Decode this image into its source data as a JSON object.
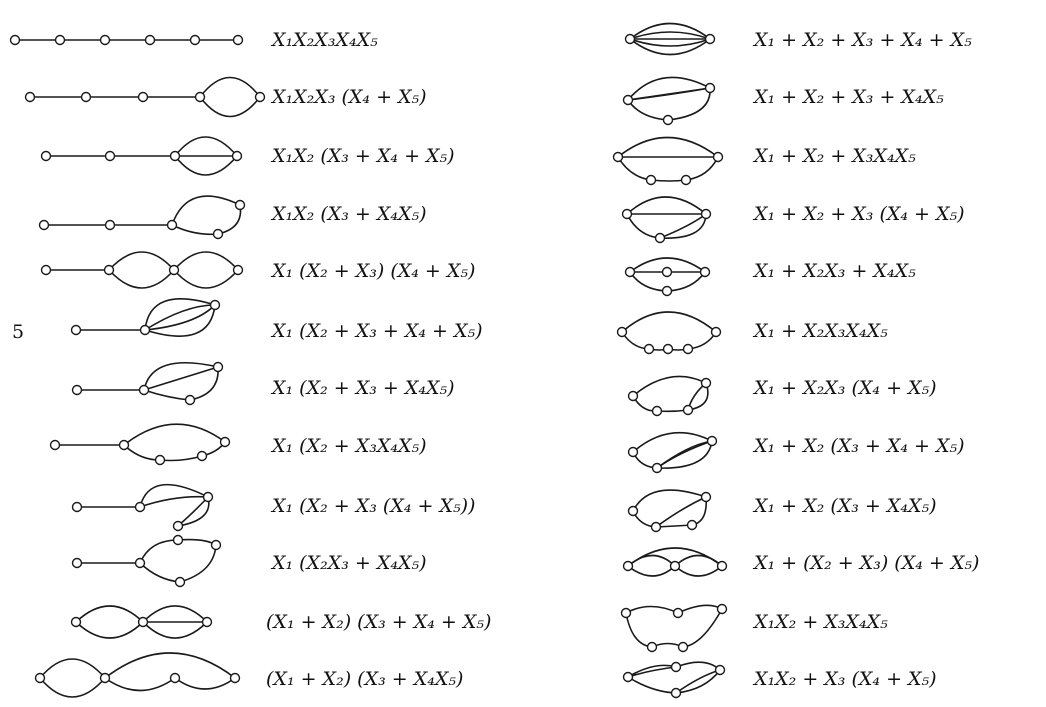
{
  "margin_number": "5",
  "left_column": [
    "X₁X₂X₃X₄X₅",
    "X₁X₂X₃ (X₄ + X₅)",
    "X₁X₂ (X₃ + X₄ + X₅)",
    "X₁X₂ (X₃ + X₄X₅)",
    "X₁ (X₂ + X₃) (X₄ + X₅)",
    "X₁ (X₂ + X₃ + X₄ + X₅)",
    "X₁ (X₂ + X₃ + X₄X₅)",
    "X₁ (X₂ + X₃X₄X₅)",
    "X₁ (X₂ + X₃ (X₄ + X₅))",
    "X₁ (X₂X₃ + X₄X₅)",
    "(X₁ + X₂) (X₃ + X₄ + X₅)",
    "(X₁ + X₂) (X₃ + X₄X₅)"
  ],
  "right_column": [
    "X₁ + X₂ + X₃ + X₄ + X₅",
    "X₁ + X₂ + X₃ + X₄X₅",
    "X₁ + X₂ + X₃X₄X₅",
    "X₁ + X₂ + X₃ (X₄ + X₅)",
    "X₁ + X₂X₃ + X₄X₅",
    "X₁ + X₂X₃X₄X₅",
    "X₁ + X₂X₃ (X₄ + X₅)",
    "X₁ + X₂ (X₃ + X₄ + X₅)",
    "X₁ + X₂ (X₃ + X₄X₅)",
    "X₁ + (X₂ + X₃) (X₄ + X₅)",
    "X₁X₂ + X₃X₄X₅",
    "X₁X₂ + X₃ (X₄ + X₅)"
  ]
}
